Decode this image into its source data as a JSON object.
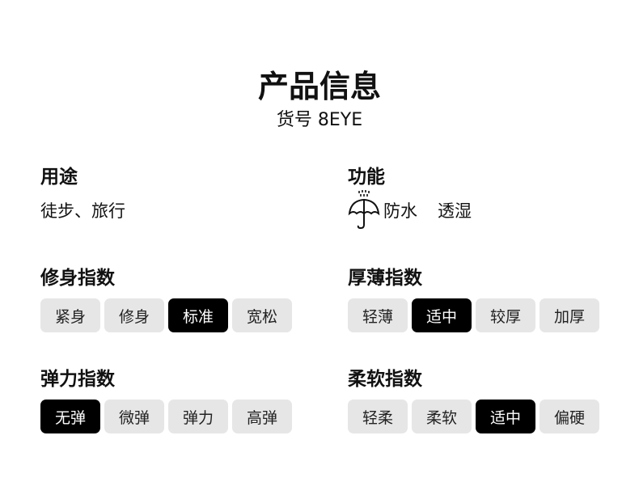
{
  "title": "产品信息",
  "subtitle": "货号 8EYE",
  "usage": {
    "label": "用途",
    "value": "徒步、旅行"
  },
  "function": {
    "label": "功能",
    "items": [
      "防水",
      "透湿"
    ]
  },
  "fit": {
    "label": "修身指数",
    "options": [
      "紧身",
      "修身",
      "标准",
      "宽松"
    ],
    "selected": 2
  },
  "thickness": {
    "label": "厚薄指数",
    "options": [
      "轻薄",
      "适中",
      "较厚",
      "加厚"
    ],
    "selected": 1
  },
  "elasticity": {
    "label": "弹力指数",
    "options": [
      "无弹",
      "微弹",
      "弹力",
      "高弹"
    ],
    "selected": 0
  },
  "softness": {
    "label": "柔软指数",
    "options": [
      "轻柔",
      "柔软",
      "适中",
      "偏硬"
    ],
    "selected": 2
  }
}
